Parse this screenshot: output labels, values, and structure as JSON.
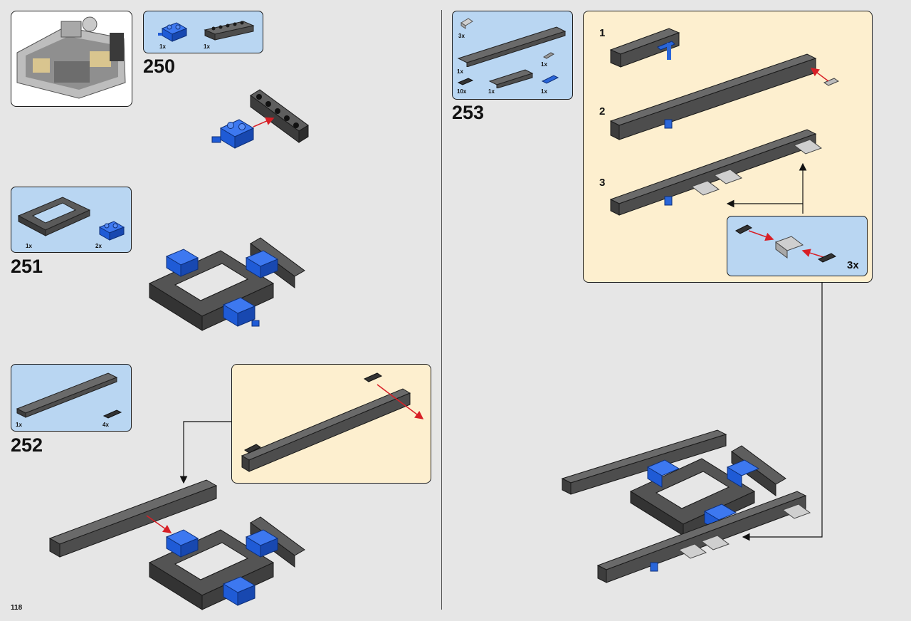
{
  "page": {
    "number": "118"
  },
  "colors": {
    "parts_box": "#b9d6f2",
    "callout": "#fdefcf",
    "brick_dark": "#4a4a4a",
    "brick_blue": "#1f5bd6",
    "arrow_red": "#d81f26",
    "background": "#e6e6e6"
  },
  "steps": {
    "s250": {
      "number": "250",
      "parts": [
        {
          "qty": "1x",
          "part": "blue-brick-2x2-axle-icon"
        },
        {
          "qty": "1x",
          "part": "technic-beam-6-icon"
        }
      ]
    },
    "s251": {
      "number": "251",
      "parts": [
        {
          "qty": "1x",
          "part": "technic-frame-icon"
        },
        {
          "qty": "2x",
          "part": "blue-brick-2x2-axle-icon"
        }
      ]
    },
    "s252": {
      "number": "252",
      "parts": [
        {
          "qty": "1x",
          "part": "technic-beam-16-icon"
        },
        {
          "qty": "4x",
          "part": "friction-pin-icon"
        }
      ]
    },
    "s253": {
      "number": "253",
      "parts": [
        {
          "qty": "3x",
          "part": "connector-tube-icon"
        },
        {
          "qty": "1x",
          "part": "technic-beam-16-icon"
        },
        {
          "qty": "1x",
          "part": "axle-pin-icon"
        },
        {
          "qty": "10x",
          "part": "friction-pin-icon"
        },
        {
          "qty": "1x",
          "part": "technic-beam-8-icon"
        },
        {
          "qty": "1x",
          "part": "blue-axle-pin-icon"
        }
      ],
      "substeps": [
        "1",
        "2",
        "3"
      ],
      "sub_assembly_multiplier": "3x"
    }
  }
}
